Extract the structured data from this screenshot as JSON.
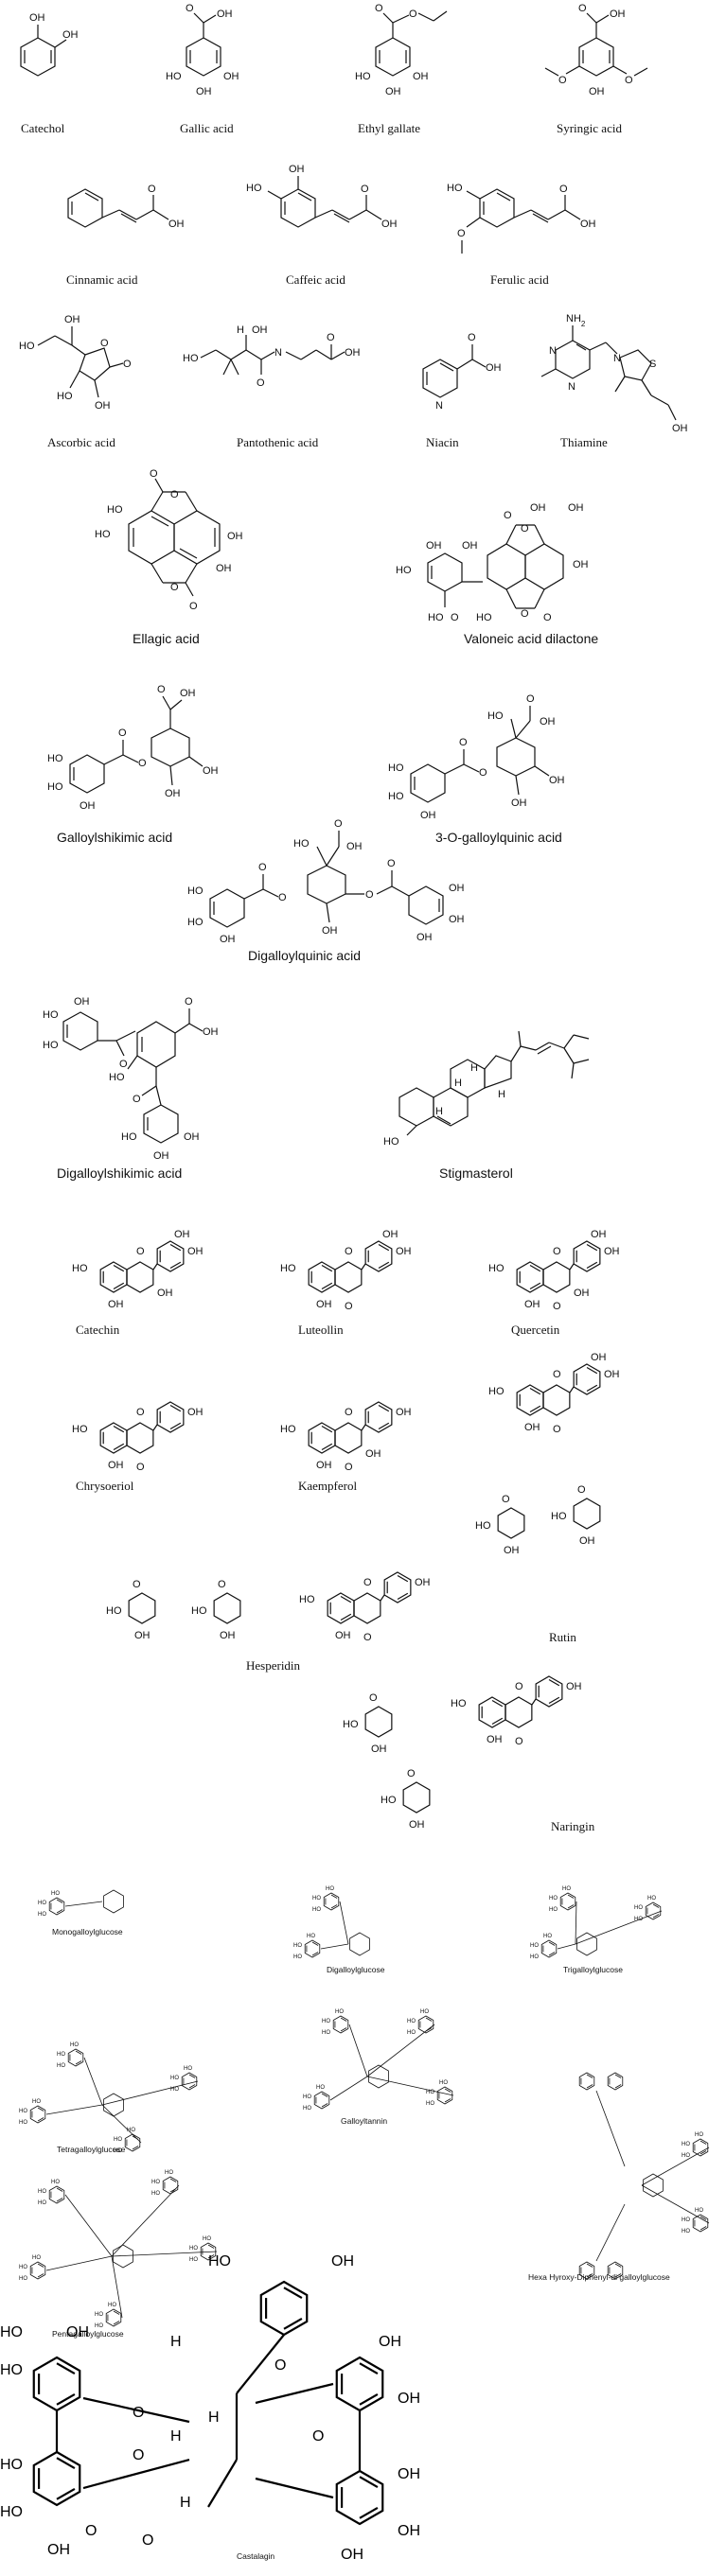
{
  "labels": {
    "catechol": "Catechol",
    "gallic": "Gallic acid",
    "ethyl_gallate": "Ethyl gallate",
    "syringic": "Syringic acid",
    "cinnamic": "Cinnamic acid",
    "caffeic": "Caffeic acid",
    "ferulic": "Ferulic acid",
    "ascorbic": "Ascorbic acid",
    "pantothenic": "Pantothenic acid",
    "niacin": "Niacin",
    "thiamine": "Thiamine",
    "ellagic": "Ellagic acid",
    "valoneic": "Valoneic acid dilactone",
    "galloylshikimic": "Galloylshikimic acid",
    "galloylquinic": "3-O-galloylquinic acid",
    "digalloylquinic": "Digalloylquinic acid",
    "digalloylshikimic": "Digalloylshikimic acid",
    "stigmasterol": "Stigmasterol",
    "catechin": "Catechin",
    "luteolin": "Luteollin",
    "quercetin": "Quercetin",
    "chrysoeriol": "Chrysoeriol",
    "kaempferol": "Kaempferol",
    "rutin": "Rutin",
    "hesperidin": "Hesperidin",
    "naringin": "Naringin",
    "monogalloyl": "Monogalloylglucose",
    "digalloyl": "Digalloylglucose",
    "trigalloyl": "Trigalloylglucose",
    "tetragalloyl": "Tetragalloylglucose",
    "galloyltannin": "Galloyltannin",
    "hexahydroxy": "Hexa Hyroxy-Diphenyl-di galloylglucose",
    "pentagalloyl": "Pentagalloylglucose",
    "castalagin": "Castalagin"
  },
  "atoms": {
    "oh": "OH",
    "ho": "HO",
    "o": "O",
    "n": "N",
    "s": "S",
    "h": "H",
    "nh2": "NH",
    "nh2_sub": "2"
  }
}
